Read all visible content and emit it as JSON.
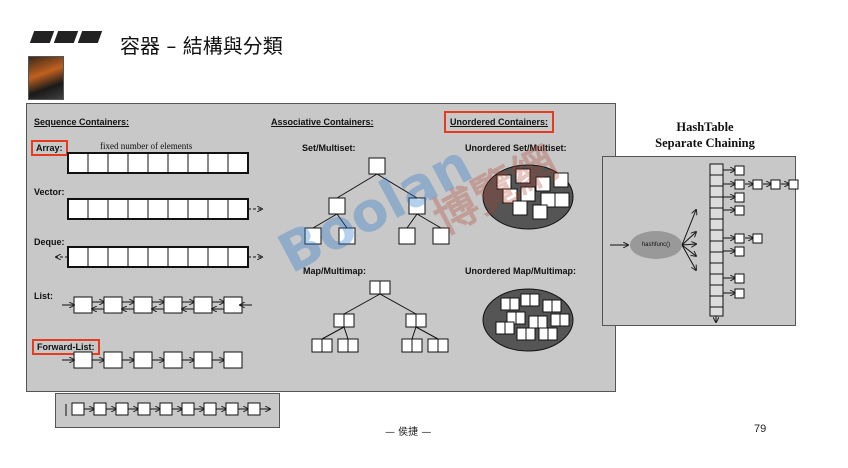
{
  "slide": {
    "title": "容器 – 結構與分類",
    "footer": "— 侯捷 —",
    "page_number": "79"
  },
  "main_panel": {
    "sequence_header": "Sequence Containers:",
    "associative_header": "Associative Containers:",
    "unordered_header": "Unordered Containers:",
    "array_label": "Array:",
    "array_note": "fixed number of elements",
    "vector_label": "Vector:",
    "deque_label": "Deque:",
    "list_label": "List:",
    "forward_list_label": "Forward-List:",
    "set_label": "Set/Multiset:",
    "map_label": "Map/Multimap:",
    "unordered_set_label": "Unordered Set/Multiset:",
    "unordered_map_label": "Unordered Map/Multimap:"
  },
  "hash_panel": {
    "title_line1": "HashTable",
    "title_line2": "Separate Chaining",
    "func_label": "hashfunc()"
  },
  "watermark": {
    "brand": "Boolan",
    "cn": "博覽網"
  },
  "colors": {
    "accent_red": "#e53b1e",
    "panel_gray": "#c8c8c8"
  }
}
